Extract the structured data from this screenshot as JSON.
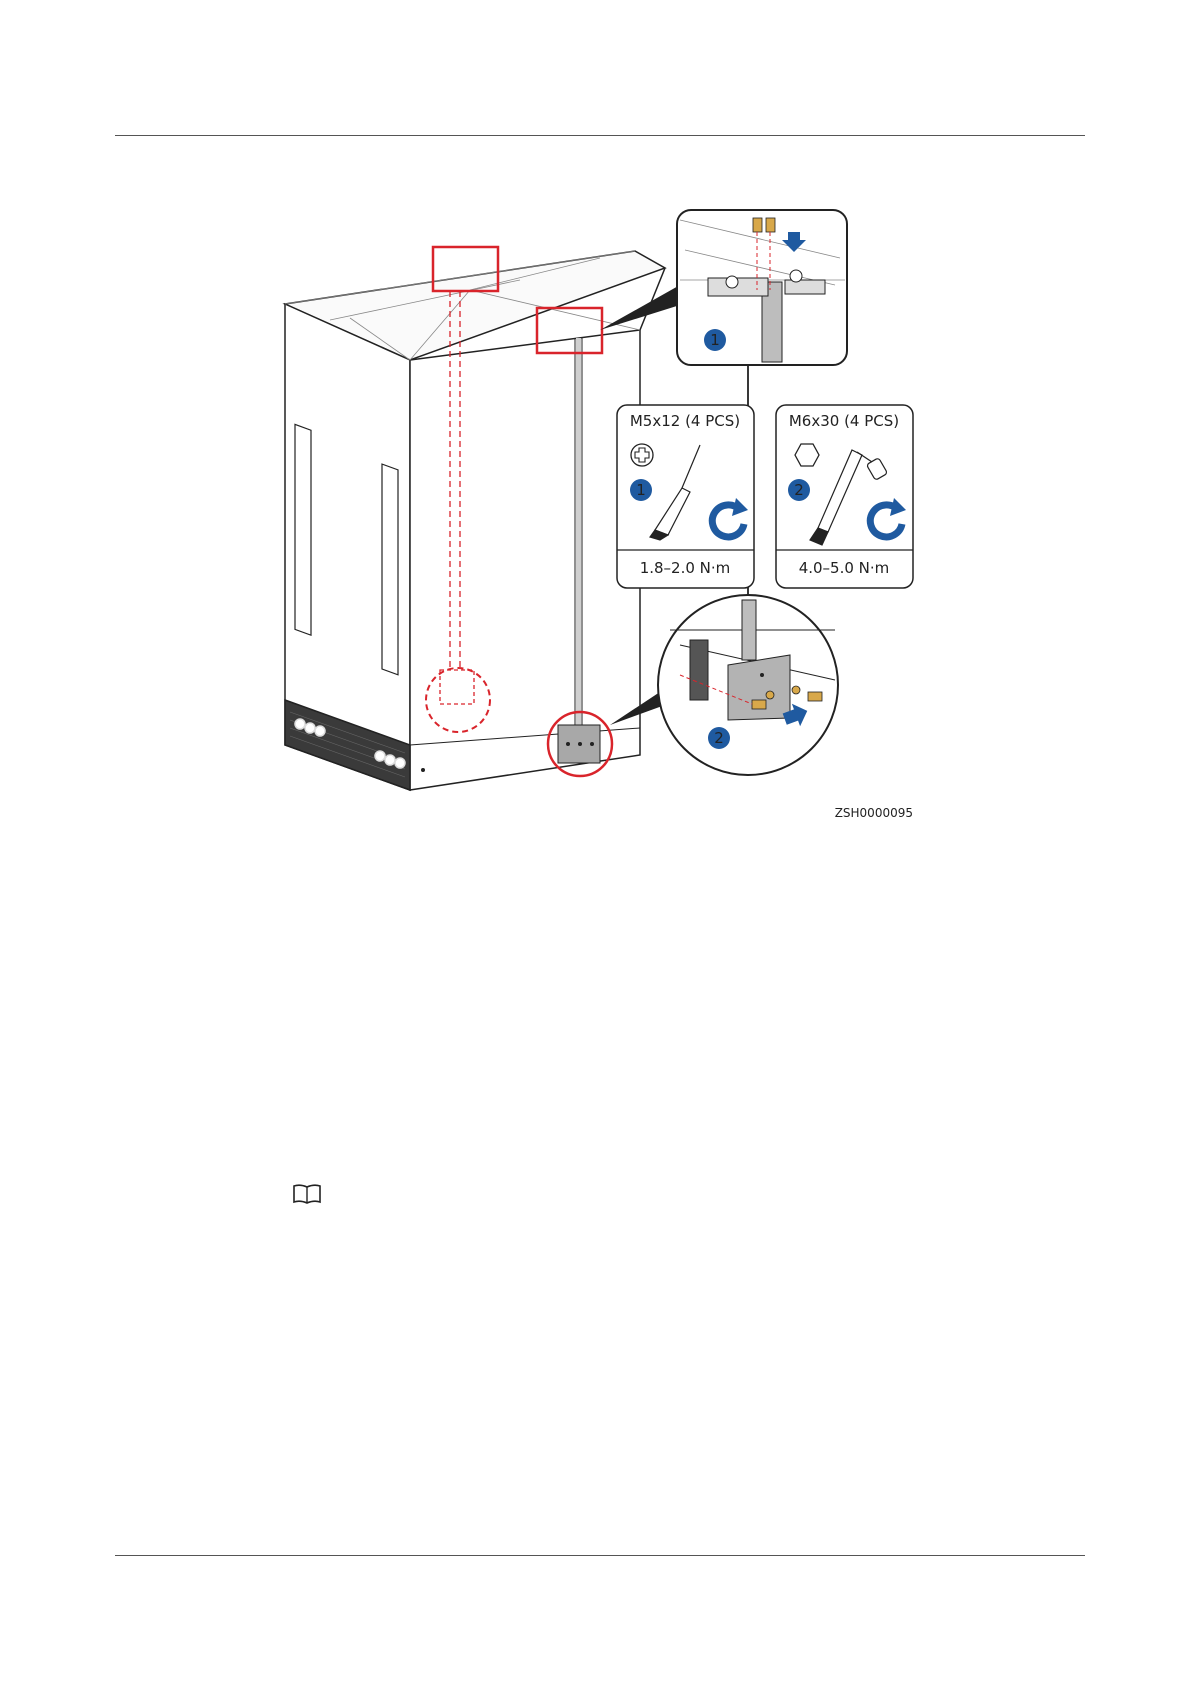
{
  "figure": {
    "id": "ZSH0000095",
    "panels": [
      {
        "step": "1",
        "screw": "M5x12 (4 PCS)",
        "torque": "1.8–2.0 N·m",
        "head_icon": "phillips-head-icon",
        "tool_icon": "screwdriver-icon"
      },
      {
        "step": "2",
        "screw": "M6x30 (4 PCS)",
        "torque": "4.0–5.0 N·m",
        "head_icon": "hex-head-icon",
        "tool_icon": "socket-wrench-icon"
      }
    ],
    "callouts": [
      "1",
      "2"
    ],
    "colors": {
      "highlight_red": "#d9242b",
      "step_blue": "#1f5aa0",
      "screw_gold": "#d8a84a",
      "line_dark": "#222222"
    }
  },
  "note": {
    "icon": "note-book-icon"
  }
}
